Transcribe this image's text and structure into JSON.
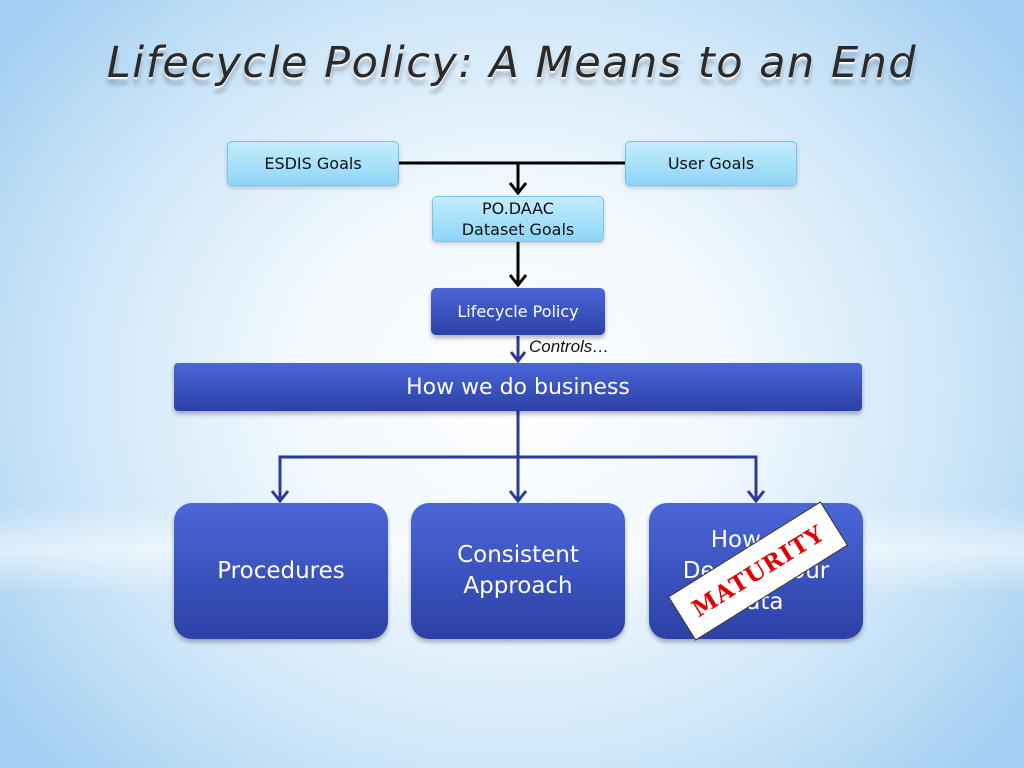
{
  "slide": {
    "title": "Lifecycle Policy:  A Means to an End",
    "goals": {
      "esdis": "ESDIS Goals",
      "user": "User Goals",
      "podaac_line1": "PO.DAAC",
      "podaac_line2": "Dataset Goals"
    },
    "policy": "Lifecycle Policy",
    "controls": "Controls…",
    "business": "How we do business",
    "bottom": {
      "procedures": "Procedures",
      "consistent_line1": "Consistent",
      "consistent_line2": "Approach",
      "describe_line1": "How we",
      "describe_line2": "Describe our",
      "describe_line3": "Data"
    },
    "stamp": "MATURITY"
  },
  "colors": {
    "light_box": "#8ed5f6",
    "dark_box": "#2c41a6",
    "stamp_text": "#e00000",
    "black_connector": "#000000",
    "blue_connector": "#2a3c96"
  }
}
